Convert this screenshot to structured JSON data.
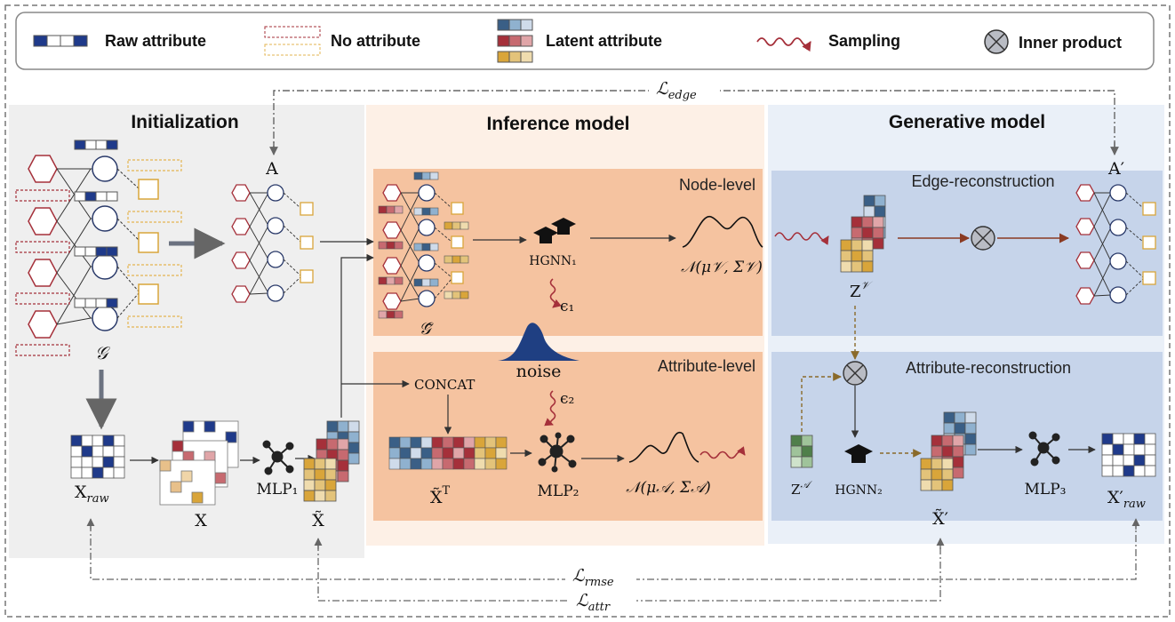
{
  "legend": {
    "raw_attribute": "Raw attribute",
    "no_attribute": "No attribute",
    "latent_attribute": "Latent attribute",
    "sampling": "Sampling",
    "inner_product": "Inner product"
  },
  "sections": {
    "initialization": "Initialization",
    "inference": "Inference model",
    "generative": "Generative model"
  },
  "subsections": {
    "node_level": "Node-level",
    "attribute_level": "Attribute-level",
    "edge_reconstruction": "Edge-reconstruction",
    "attribute_reconstruction": "Attribute-reconstruction"
  },
  "symbols": {
    "A": "A",
    "A_prime": "A′",
    "G": "𝒢",
    "G_tilde": "𝒢̃",
    "X_raw": "X",
    "X_raw_sub": "raw",
    "X": "X",
    "X_tilde": "X̃",
    "X_tilde_T": "X̃",
    "X_tilde_T_sup": "T",
    "X_tilde_prime": "X̃′",
    "X_raw_prime": "X′",
    "X_raw_prime_sub": "raw",
    "Z_V": "Z",
    "Z_V_sup": "𝒱",
    "Z_A": "Z",
    "Z_A_sup": "𝒜",
    "eps1": "ϵ₁",
    "eps2": "ϵ₂",
    "noise": "noise",
    "concat": "CONCAT",
    "mlp1": "MLP₁",
    "mlp2": "MLP₂",
    "mlp3": "MLP₃",
    "hgnn1": "HGNN₁",
    "hgnn2": "HGNN₂",
    "normal_v": "𝒩(μ𝒱, Σ𝒱)",
    "normal_a": "𝒩(μ𝒜, Σ𝒜)"
  },
  "losses": {
    "edge": "ℒedge",
    "rmse": "ℒrmse",
    "attr": "ℒattr"
  },
  "colors": {
    "raw_blue": "#1f3a8a",
    "latent_blue": "#3a5f86",
    "latent_red": "#a5303a",
    "latent_gold": "#d9a53a",
    "no_attr_red": "#a5303a",
    "no_attr_gold": "#e3b451",
    "inference_bg": "#f6c6a4",
    "generative_bg": "#c6d4ea",
    "init_bg": "#efefef",
    "sampling": "#a5303a"
  }
}
